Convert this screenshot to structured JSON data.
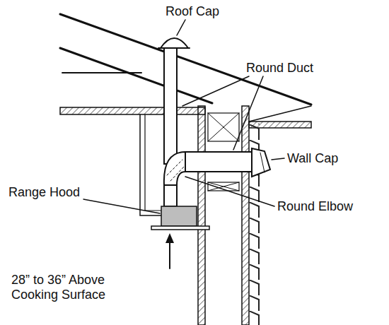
{
  "diagram": {
    "labels": [
      "Roof Cap",
      "Round Duct",
      "Wall Cap",
      "Round Elbow",
      "Range Hood",
      "28” to 36” Above Cooking Surface"
    ]
  }
}
